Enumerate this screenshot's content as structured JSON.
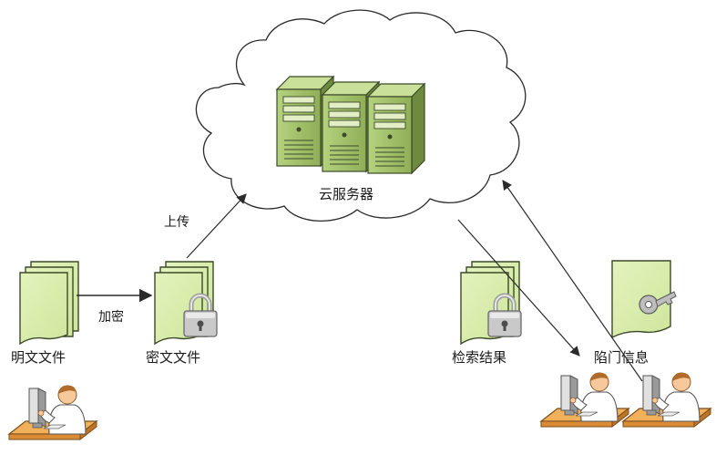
{
  "labels": {
    "cloud_server": "云服务器",
    "upload": "上传",
    "encrypt": "加密",
    "plaintext_files": "明文文件",
    "ciphertext_files": "密文文件",
    "search_results": "检索结果",
    "trapdoor_info": "陷门信息"
  },
  "colors": {
    "doc_fill": "#d7ecaa",
    "doc_stroke": "#3c4a28",
    "server_fill": "#a3c26c",
    "server_dark": "#6d8a3f",
    "lock": "#b9b9b9",
    "skin": "#f6c89a",
    "desk": "#f3b05a",
    "line": "#2a2a2a"
  }
}
